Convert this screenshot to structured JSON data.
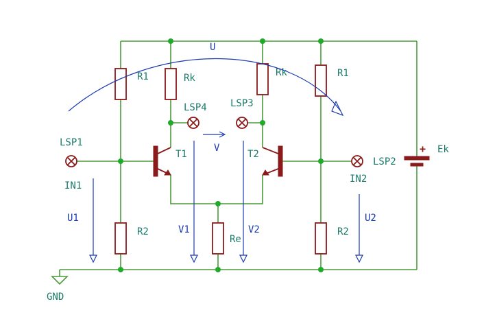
{
  "labels": {
    "r1_left": "R1",
    "r1_right": "R1",
    "rk_left": "Rk",
    "rk_right": "Rk",
    "r2_left": "R2",
    "r2_right": "R2",
    "re": "Re",
    "t1": "T1",
    "t2": "T2",
    "lsp1": "LSP1",
    "lsp2": "LSP2",
    "lsp3": "LSP3",
    "lsp4": "LSP4",
    "in1": "IN1",
    "in2": "IN2",
    "ek": "Ek",
    "ek_plus": "+",
    "gnd": "GND"
  },
  "annotations": {
    "u": "U",
    "v": "V",
    "u1": "U1",
    "u2": "U2",
    "v1": "V1",
    "v2": "V2"
  },
  "colors": {
    "wire": "#4a9a3a",
    "component": "#8b1a1a",
    "junction": "#1faa2a",
    "label": "#1a7a6a",
    "annotation": "#1a3ab0"
  }
}
